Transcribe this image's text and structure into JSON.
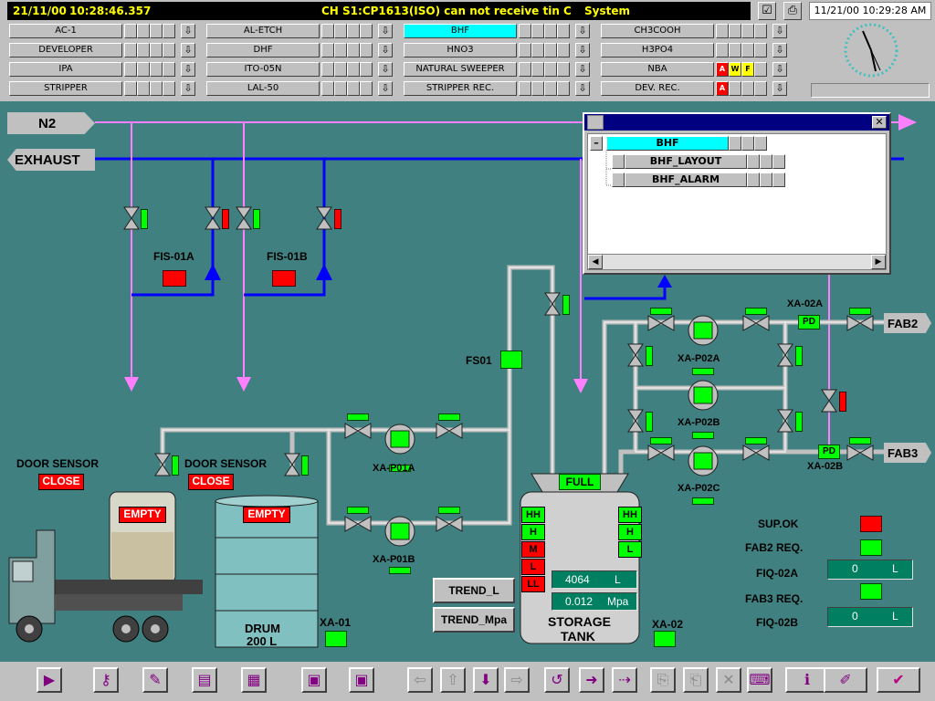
{
  "alarm_bar": {
    "date": "21/11/00",
    "time": "10:28:46.357",
    "message": "CH  S1:CP1613(ISO) can not receive tin C",
    "category": "System"
  },
  "system_datetime": "11/21/00 10:29:28 AM",
  "area_buttons": [
    [
      {
        "label": "AC-1",
        "cells": [
          "",
          "",
          "",
          ""
        ]
      },
      {
        "label": "AL-ETCH",
        "cells": [
          "",
          "",
          "",
          ""
        ]
      },
      {
        "label": "BHF",
        "selected": true,
        "cells": [
          "",
          "",
          "",
          ""
        ]
      },
      {
        "label": "CH3COOH",
        "cells": [
          "",
          "",
          "",
          ""
        ]
      }
    ],
    [
      {
        "label": "DEVELOPER",
        "cells": [
          "",
          "",
          "",
          ""
        ]
      },
      {
        "label": "DHF",
        "cells": [
          "",
          "",
          "",
          ""
        ]
      },
      {
        "label": "HNO3",
        "cells": [
          "",
          "",
          "",
          ""
        ]
      },
      {
        "label": "H3PO4",
        "cells": [
          "",
          "",
          "",
          ""
        ]
      }
    ],
    [
      {
        "label": "IPA",
        "cells": [
          "",
          "",
          "",
          ""
        ]
      },
      {
        "label": "ITO-05N",
        "cells": [
          "",
          "",
          "",
          ""
        ]
      },
      {
        "label": "NATURAL SWEEPER",
        "cells": [
          "",
          "",
          "",
          ""
        ]
      },
      {
        "label": "NBA",
        "cells": [
          "A",
          "W",
          "F",
          ""
        ]
      }
    ],
    [
      {
        "label": "STRIPPER",
        "cells": [
          "",
          "",
          "",
          ""
        ]
      },
      {
        "label": "LAL-50",
        "cells": [
          "",
          "",
          "",
          ""
        ]
      },
      {
        "label": "STRIPPER REC.",
        "cells": [
          "",
          "",
          "",
          ""
        ]
      },
      {
        "label": "DEV. REC.",
        "cells": [
          "A",
          "",
          "",
          ""
        ]
      }
    ]
  ],
  "pipes": {
    "n2": "N2",
    "exhaust": "EXHAUST",
    "fab2": "FAB2",
    "fab3": "FAB3"
  },
  "popup": {
    "root": "BHF",
    "children": [
      "BHF_LAYOUT",
      "BHF_ALARM"
    ],
    "close_glyph": "✕",
    "collapse_glyph": "–"
  },
  "tags": {
    "fis01a": "FIS-01A",
    "fis01b": "FIS-01B",
    "fs01": "FS01",
    "door_sensor": "DOOR SENSOR",
    "close": "CLOSE",
    "empty": "EMPTY",
    "full": "FULL",
    "drum": "DRUM",
    "drum_cap": "200 L",
    "xa01": "XA-01",
    "xa02": "XA-02",
    "xa_p01a": "XA-P01A",
    "xa_p01b": "XA-P01B",
    "xa_p02a": "XA-P02A",
    "xa_p02b": "XA-P02B",
    "xa_p02c": "XA-P02C",
    "xa_02a": "XA-02A",
    "xa_02b": "XA-02B",
    "pd": "PD",
    "storage": "STORAGE",
    "tank": "TANK"
  },
  "tank_levels_left": [
    "HH",
    "H",
    "M",
    "L",
    "LL"
  ],
  "tank_levels_left_states": [
    "green",
    "green",
    "red",
    "red",
    "red"
  ],
  "tank_levels_right": [
    "HH",
    "H",
    "L"
  ],
  "tank_volume": {
    "value": "4064",
    "unit": "L"
  },
  "tank_pressure": {
    "value": "0.012",
    "unit": "Mpa"
  },
  "trend_buttons": {
    "level": "TREND_L",
    "pressure": "TREND_Mpa"
  },
  "status": {
    "sup_ok": "SUP.OK",
    "fab2_req": "FAB2 REQ.",
    "fiq02a": "FIQ-02A",
    "fab3_req": "FAB3 REQ.",
    "fiq02b": "FIQ-02B",
    "fiq02a_value": "0",
    "fiq02a_unit": "L",
    "fiq02b_value": "0",
    "fiq02b_unit": "L"
  },
  "icons": [
    "alarm-ack-icon",
    "print-icon",
    "clock-icon",
    "play-icon",
    "key-icon",
    "notepad-icon",
    "report-icon",
    "trend-icon",
    "window-icon",
    "window2-icon",
    "arrow-left-icon",
    "arrow-up-icon",
    "arrow-down-icon",
    "arrow-right-icon",
    "undo-icon",
    "step-icon",
    "forward-icon",
    "copy-icon",
    "paste-icon",
    "delete-icon",
    "computer-icon",
    "info-icon",
    "pen-icon",
    "check-icon"
  ],
  "colors": {
    "background": "#408080",
    "n2_line": "#ff80ff",
    "exhaust_line": "#0000ff",
    "alarm_text": "#ffff00",
    "active": "#00ff00",
    "alarm": "#ff0000"
  }
}
